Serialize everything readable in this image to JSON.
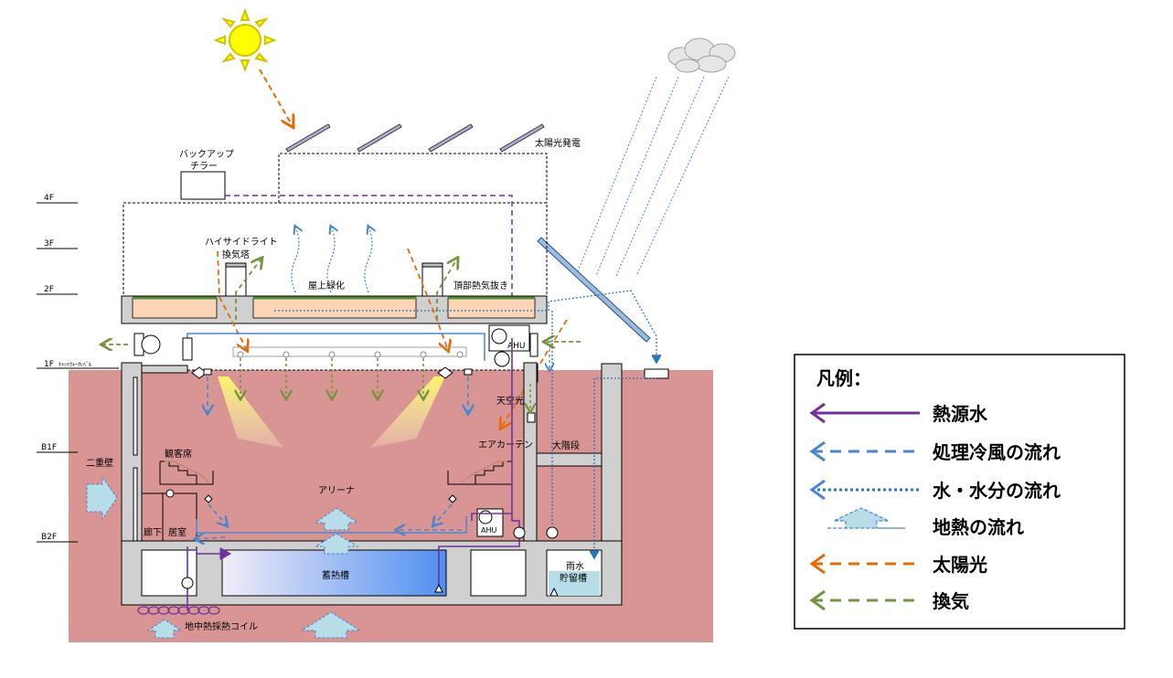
{
  "floors": {
    "f4": "4F",
    "f3": "3F",
    "f2": "2F",
    "f1": "1F",
    "f1_sub": "ｷｬｯﾄｳｫｰｸﾚﾍﾞﾙ",
    "b1": "B1F",
    "b2": "B2F"
  },
  "labels": {
    "backup_chiller_1": "バックアップ",
    "backup_chiller_2": "チラー",
    "solar_power": "太陽光発電",
    "highside_1": "ハイサイドライト",
    "highside_2": "換気塔",
    "rooftop_green": "屋上緑化",
    "top_heat_exhaust": "頂部熱気抜き",
    "skylight": "天空光",
    "air_curtain": "エアカーテン",
    "grand_stairs": "大階段",
    "spectator_seats": "観客席",
    "double_wall": "二重壁",
    "arena": "アリーナ",
    "corridor": "廊下",
    "living_room": "居室",
    "thermal_storage": "蓄熱槽",
    "rainwater_1": "雨水",
    "rainwater_2": "貯留槽",
    "ground_coil": "地中熱採熱コイル",
    "ahu_top": "AHU",
    "ahu_bottom": "AHU"
  },
  "legend": {
    "title": "凡例：",
    "items": [
      {
        "label": "熱源水",
        "color": "#7030a0"
      },
      {
        "label": "処理冷風の流れ",
        "color": "#4a86d0"
      },
      {
        "label": "水・水分の流れ",
        "color": "#2e75b6"
      },
      {
        "label": "地熱の流れ",
        "color": "#b7dde8"
      },
      {
        "label": "太陽光",
        "color": "#e36c09"
      },
      {
        "label": "換気",
        "color": "#77933c"
      }
    ]
  },
  "colors": {
    "ground": "#d99594",
    "slab": "#d0d0d0",
    "soil": "#fbd5b5",
    "green": "#4f8f3a",
    "heat_source": "#7030a0",
    "cold_air": "#4a86d0",
    "water": "#2e75b6",
    "solar": "#e36c09",
    "ventilation": "#77933c",
    "sun": "#ffff00"
  }
}
